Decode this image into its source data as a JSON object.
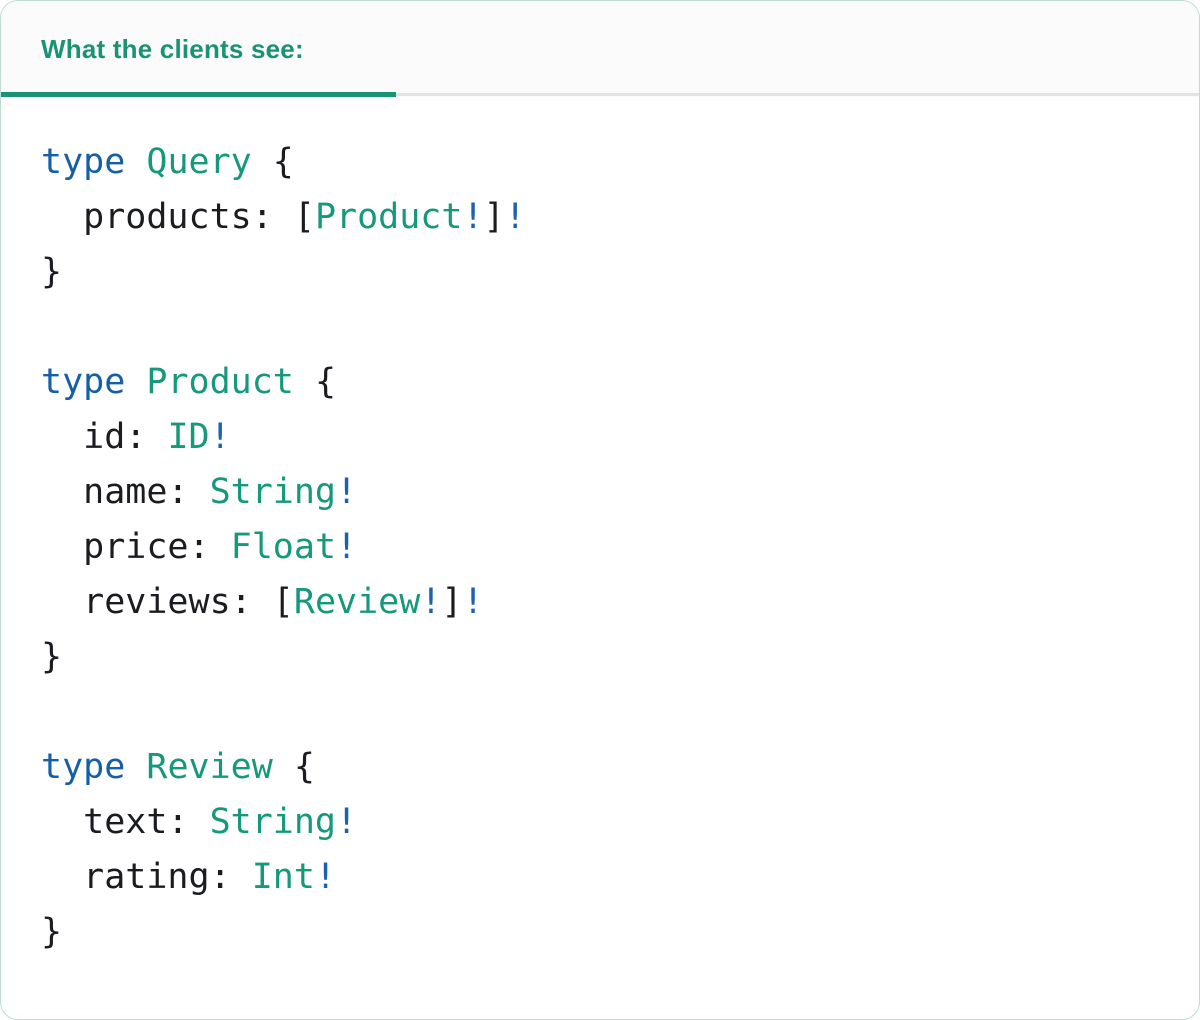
{
  "card": {
    "tab": {
      "label": "What the clients see:"
    }
  },
  "theme": {
    "accent_green": "#1A9374",
    "type_green": "#16997B",
    "keyword_blue": "#155FA8",
    "bang_blue": "#1A63B0",
    "code_text": "#1A1C20",
    "divider_gray": "#E3E3E3",
    "header_bg": "#FBFBFB",
    "card_border": "#BBDCCF",
    "card_bg": "#FFFFFF"
  },
  "code": {
    "language": "graphql",
    "lines": [
      {
        "tokens": [
          {
            "t": "type",
            "c": "kw"
          },
          {
            "t": " ",
            "c": "pl"
          },
          {
            "t": "Query",
            "c": "ty"
          },
          {
            "t": " {",
            "c": "pl"
          }
        ]
      },
      {
        "tokens": [
          {
            "t": "  products: [",
            "c": "pl"
          },
          {
            "t": "Product",
            "c": "ty"
          },
          {
            "t": "!",
            "c": "bg"
          },
          {
            "t": "]",
            "c": "pl"
          },
          {
            "t": "!",
            "c": "bg"
          }
        ]
      },
      {
        "tokens": [
          {
            "t": "}",
            "c": "pl"
          }
        ]
      },
      {
        "tokens": []
      },
      {
        "tokens": [
          {
            "t": "type",
            "c": "kw"
          },
          {
            "t": " ",
            "c": "pl"
          },
          {
            "t": "Product",
            "c": "ty"
          },
          {
            "t": " {",
            "c": "pl"
          }
        ]
      },
      {
        "tokens": [
          {
            "t": "  id: ",
            "c": "pl"
          },
          {
            "t": "ID",
            "c": "ty"
          },
          {
            "t": "!",
            "c": "bg"
          }
        ]
      },
      {
        "tokens": [
          {
            "t": "  name: ",
            "c": "pl"
          },
          {
            "t": "String",
            "c": "ty"
          },
          {
            "t": "!",
            "c": "bg"
          }
        ]
      },
      {
        "tokens": [
          {
            "t": "  price: ",
            "c": "pl"
          },
          {
            "t": "Float",
            "c": "ty"
          },
          {
            "t": "!",
            "c": "bg"
          }
        ]
      },
      {
        "tokens": [
          {
            "t": "  reviews: [",
            "c": "pl"
          },
          {
            "t": "Review",
            "c": "ty"
          },
          {
            "t": "!",
            "c": "bg"
          },
          {
            "t": "]",
            "c": "pl"
          },
          {
            "t": "!",
            "c": "bg"
          }
        ]
      },
      {
        "tokens": [
          {
            "t": "}",
            "c": "pl"
          }
        ]
      },
      {
        "tokens": []
      },
      {
        "tokens": [
          {
            "t": "type",
            "c": "kw"
          },
          {
            "t": " ",
            "c": "pl"
          },
          {
            "t": "Review",
            "c": "ty"
          },
          {
            "t": " {",
            "c": "pl"
          }
        ]
      },
      {
        "tokens": [
          {
            "t": "  text: ",
            "c": "pl"
          },
          {
            "t": "String",
            "c": "ty"
          },
          {
            "t": "!",
            "c": "bg"
          }
        ]
      },
      {
        "tokens": [
          {
            "t": "  rating: ",
            "c": "pl"
          },
          {
            "t": "Int",
            "c": "ty"
          },
          {
            "t": "!",
            "c": "bg"
          }
        ]
      },
      {
        "tokens": [
          {
            "t": "}",
            "c": "pl"
          }
        ]
      }
    ]
  }
}
